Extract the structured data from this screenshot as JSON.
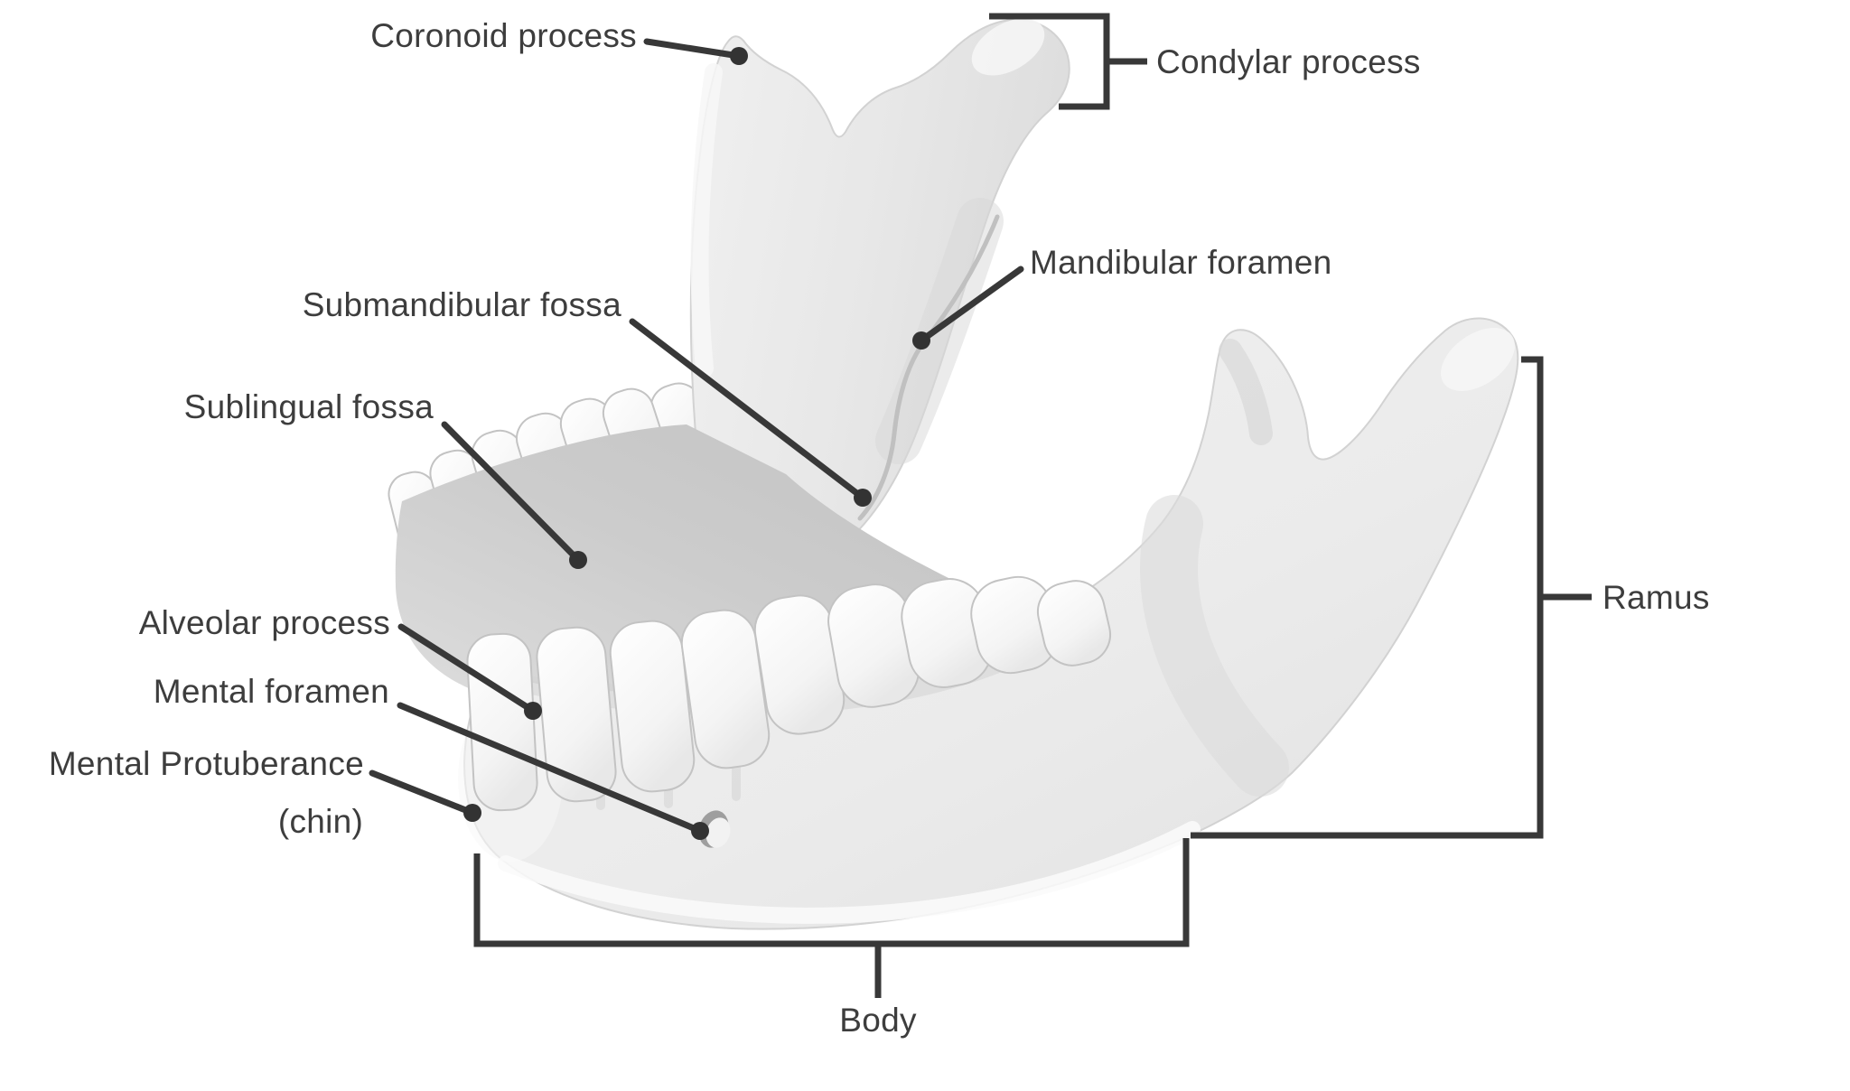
{
  "diagram": {
    "labels": {
      "coronoid": "Coronoid process",
      "condylar": "Condylar process",
      "mandibular_foramen": "Mandibular foramen",
      "submandibular_fossa": "Submandibular fossa",
      "sublingual_fossa": "Sublingual fossa",
      "alveolar_process": "Alveolar process",
      "mental_foramen": "Mental foramen",
      "mental_protuberance": "Mental Protuberance",
      "chin": "(chin)",
      "ramus": "Ramus",
      "body": "Body"
    },
    "colors": {
      "background": "#ffffff",
      "annotation_line": "#383838",
      "label_text": "#3d3d3d",
      "bone_light": "#f5f5f5",
      "bone_mid": "#e8e8e8",
      "bone_shadow": "#d6d6d6",
      "inner_basin": "#c6c6c6",
      "tooth": "#fbfbfb"
    }
  }
}
